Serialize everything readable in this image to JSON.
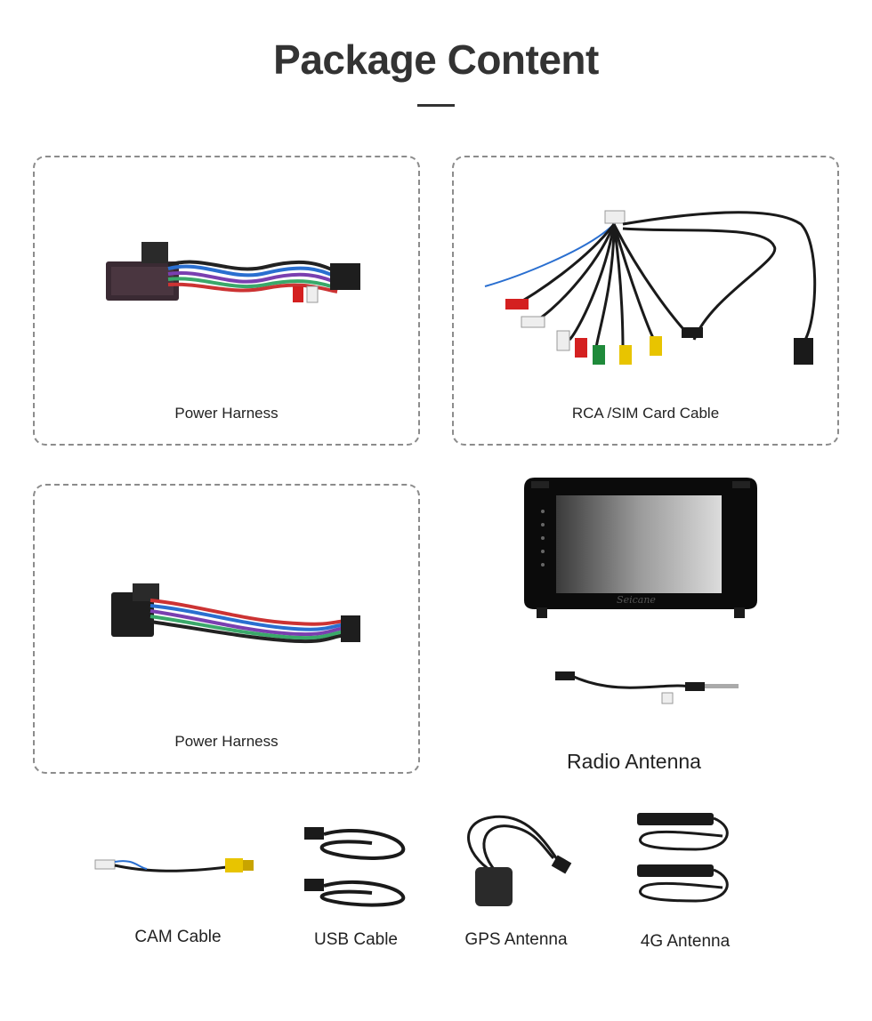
{
  "page": {
    "title": "Package Content"
  },
  "items": [
    {
      "label": "Power Harness",
      "icon": "power-harness-icon"
    },
    {
      "label": "RCA /SIM Card Cable",
      "icon": "rca-sim-cable-icon"
    },
    {
      "label": "Power Harness",
      "icon": "power-harness-icon"
    },
    {
      "label": "",
      "icon": "head-unit-icon",
      "brand": "Seicane"
    },
    {
      "label": "Radio Antenna",
      "icon": "radio-antenna-icon"
    },
    {
      "label": "CAM Cable",
      "icon": "cam-cable-icon"
    },
    {
      "label": "USB Cable",
      "icon": "usb-cable-icon"
    },
    {
      "label": "GPS Antenna",
      "icon": "gps-antenna-icon"
    },
    {
      "label": "4G Antenna",
      "icon": "4g-antenna-icon"
    }
  ],
  "colors": {
    "title": "#333333",
    "card_border": "#8c8c8c",
    "cable_dark": "#1a1a1a",
    "rca_red": "#d42020",
    "rca_white": "#eeeeee",
    "rca_yellow": "#e8c400",
    "rca_green": "#1f8a3a"
  }
}
